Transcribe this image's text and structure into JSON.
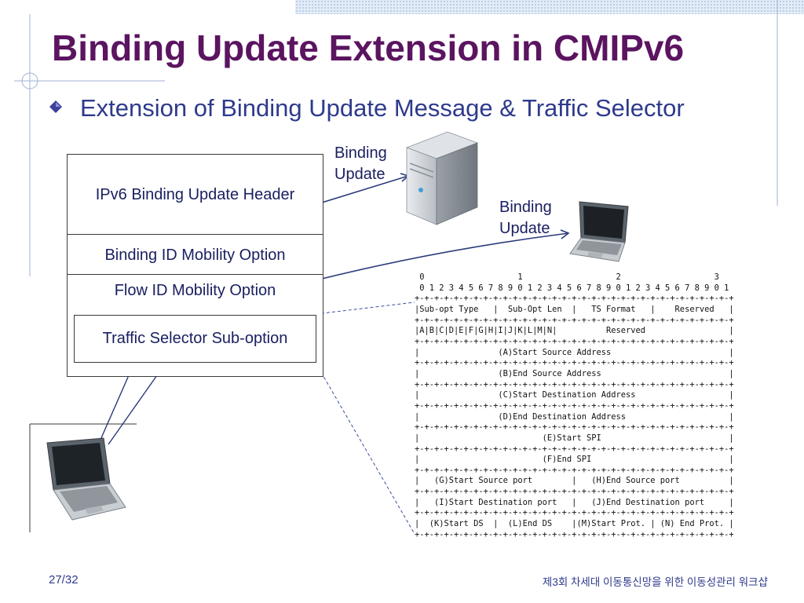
{
  "slide": {
    "title": "Binding Update Extension in CMIPv6",
    "bullet": "Extension of Binding Update Message & Traffic Selector",
    "page_number": "27/32",
    "footer_text": "제3회 차세대 이동통신망을 위한 이동성관리 워크샵"
  },
  "message_stack": {
    "header": "IPv6 Binding Update Header",
    "binding_id_option": "Binding ID Mobility Option",
    "flow_id_option": "Flow ID Mobility Option",
    "traffic_selector": "Traffic Selector Sub-option"
  },
  "callouts": {
    "server_label_1": "Binding",
    "server_label_2": "Update",
    "laptop_label_1": "Binding",
    "laptop_label_2": "Update"
  },
  "icons": [
    "server-icon",
    "laptop-icon",
    "bullet-diamond-icon"
  ],
  "packet_format": {
    "bit_header_tens": " 0                   1                   2                   3",
    "bit_header_units": " 0 1 2 3 4 5 6 7 8 9 0 1 2 3 4 5 6 7 8 9 0 1 2 3 4 5 6 7 8 9 0 1",
    "rows": [
      "+-+-+-+-+-+-+-+-+-+-+-+-+-+-+-+-+-+-+-+-+-+-+-+-+-+-+-+-+-+-+-+-+",
      "|Sub-opt Type   |  Sub-Opt Len  |   TS Format   |    Reserved   |",
      "+-+-+-+-+-+-+-+-+-+-+-+-+-+-+-+-+-+-+-+-+-+-+-+-+-+-+-+-+-+-+-+-+",
      "|A|B|C|D|E|F|G|H|I|J|K|L|M|N|          Reserved                 |",
      "+-+-+-+-+-+-+-+-+-+-+-+-+-+-+-+-+-+-+-+-+-+-+-+-+-+-+-+-+-+-+-+-+",
      "|                (A)Start Source Address                        |",
      "+-+-+-+-+-+-+-+-+-+-+-+-+-+-+-+-+-+-+-+-+-+-+-+-+-+-+-+-+-+-+-+-+",
      "|                (B)End Source Address                          |",
      "+-+-+-+-+-+-+-+-+-+-+-+-+-+-+-+-+-+-+-+-+-+-+-+-+-+-+-+-+-+-+-+-+",
      "|                (C)Start Destination Address                   |",
      "+-+-+-+-+-+-+-+-+-+-+-+-+-+-+-+-+-+-+-+-+-+-+-+-+-+-+-+-+-+-+-+-+",
      "|                (D)End Destination Address                     |",
      "+-+-+-+-+-+-+-+-+-+-+-+-+-+-+-+-+-+-+-+-+-+-+-+-+-+-+-+-+-+-+-+-+",
      "|                         (E)Start SPI                          |",
      "+-+-+-+-+-+-+-+-+-+-+-+-+-+-+-+-+-+-+-+-+-+-+-+-+-+-+-+-+-+-+-+-+",
      "|                         (F)End SPI                            |",
      "+-+-+-+-+-+-+-+-+-+-+-+-+-+-+-+-+-+-+-+-+-+-+-+-+-+-+-+-+-+-+-+-+",
      "|   (G)Start Source port        |   (H)End Source port          |",
      "+-+-+-+-+-+-+-+-+-+-+-+-+-+-+-+-+-+-+-+-+-+-+-+-+-+-+-+-+-+-+-+-+",
      "|   (I)Start Destination port   |   (J)End Destination port     |",
      "+-+-+-+-+-+-+-+-+-+-+-+-+-+-+-+-+-+-+-+-+-+-+-+-+-+-+-+-+-+-+-+-+",
      "|  (K)Start DS  |  (L)End DS    |(M)Start Prot. | (N) End Prot. |",
      "+-+-+-+-+-+-+-+-+-+-+-+-+-+-+-+-+-+-+-+-+-+-+-+-+-+-+-+-+-+-+-+-+"
    ]
  }
}
